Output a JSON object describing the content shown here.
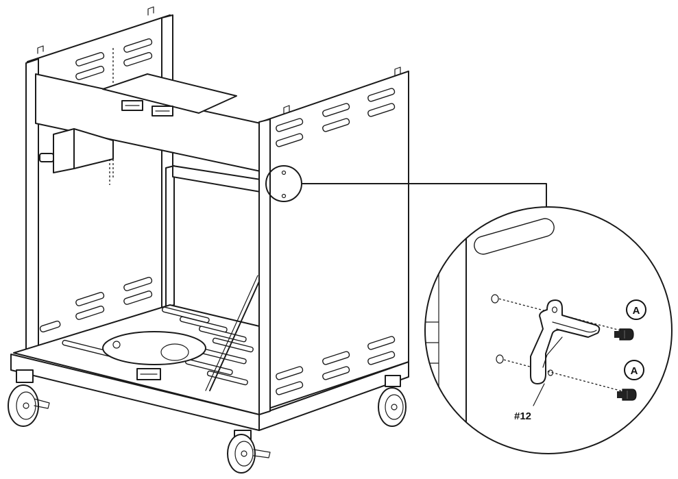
{
  "labels": {
    "screw_a_top": "A",
    "screw_a_bottom": "A",
    "part_number": "#12"
  }
}
